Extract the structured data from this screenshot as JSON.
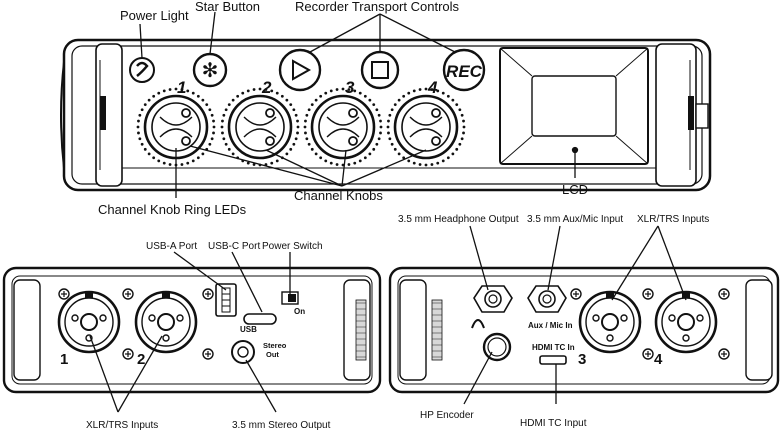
{
  "callouts": {
    "power_light": "Power Light",
    "star_button": "Star Button",
    "transport": "Recorder Transport Controls",
    "ring_leds": "Channel Knob Ring LEDs",
    "channel_knobs": "Channel Knobs",
    "lcd": "LCD",
    "usb_a": "USB-A Port",
    "usb_c": "USB-C Port",
    "power_switch": "Power Switch",
    "xlr_left": "XLR/TRS Inputs",
    "stereo_output": "3.5 mm Stereo Output",
    "headphone_output": "3.5 mm Headphone Output",
    "aux_input": "3.5 mm Aux/Mic Input",
    "xlr_right": "XLR/TRS Inputs",
    "hp_encoder": "HP Encoder",
    "hdmi_tc": "HDMI TC Input"
  },
  "top_panel": {
    "channel_numbers": [
      "1",
      "2",
      "3",
      "4"
    ],
    "star_symbol": "✻",
    "play_symbol": "▷",
    "stop_symbol": "□",
    "rec_text": "REC"
  },
  "left_panel": {
    "usb_label": "USB",
    "on_label": "On",
    "stereo_label": "Stereo",
    "out_label": "Out",
    "channel_numbers": [
      "1",
      "2"
    ]
  },
  "right_panel": {
    "aux_label": "Aux / Mic In",
    "hdmi_label": "HDMI TC In",
    "channel_numbers": [
      "3",
      "4"
    ]
  }
}
